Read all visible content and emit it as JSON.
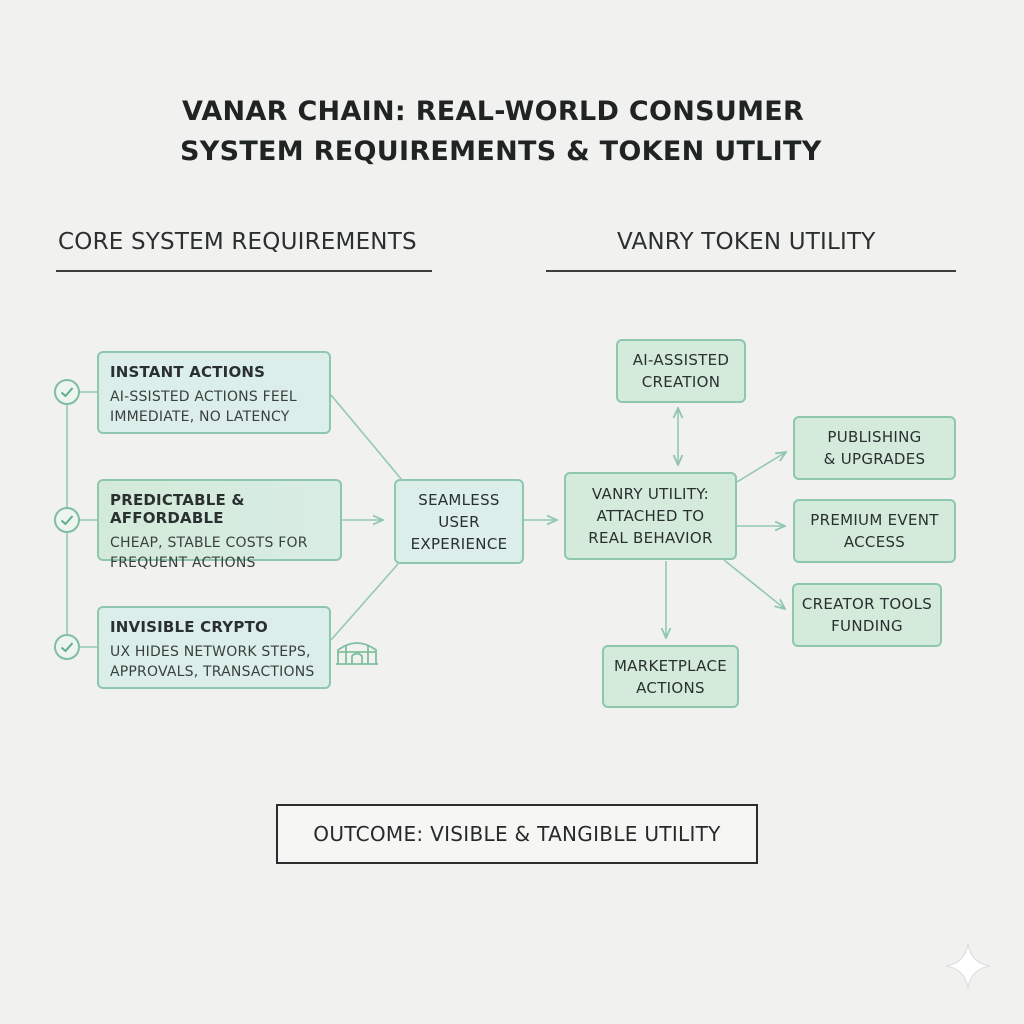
{
  "title": {
    "line1": "VANAR CHAIN: REAL-WORLD CONSUMER",
    "line2": "SYSTEM REQUIREMENTS & TOKEN UTLITY"
  },
  "sections": {
    "left_heading": "CORE SYSTEM REQUIREMENTS",
    "right_heading": "VANRY TOKEN UTILITY"
  },
  "requirements": [
    {
      "title": "INSTANT ACTIONS",
      "desc": "AI-SSISTED ACTIONS FEEL\nIMMEDIATE, NO LATENCY"
    },
    {
      "title": "PREDICTABLE & AFFORDABLE",
      "desc": "CHEAP, STABLE COSTS FOR\nFREQUENT ACTIONS"
    },
    {
      "title": "INVISIBLE CRYPTO",
      "desc": "UX HIDES NETWORK STEPS,\nAPPROVALS, TRANSACTIONS"
    }
  ],
  "center_node": "SEAMLESS\nUSER\nEXPERIENCE",
  "utility_hub": "VANRY UTILITY:\nATTACHED TO\nREAL BEHAVIOR",
  "utility_nodes": {
    "ai_creation": "AI-ASSISTED\nCREATION",
    "publishing": "PUBLISHING\n& UPGRADES",
    "premium": "PREMIUM EVENT\nACCESS",
    "creator": "CREATOR TOOLS\nFUNDING",
    "marketplace": "MARKETPLACE\nACTIONS"
  },
  "outcome": "OUTCOME: VISIBLE & TANGIBLE UTILITY",
  "icons": [
    "check-icon",
    "check-icon",
    "check-icon",
    "bridge-icon",
    "sparkle-icon"
  ],
  "colors": {
    "accent_border": "#8ec7ad",
    "box_blue": "#dbeeea",
    "box_green": "#d4ebdc",
    "connector": "#93c9b0",
    "background": "#f1f1f0"
  }
}
